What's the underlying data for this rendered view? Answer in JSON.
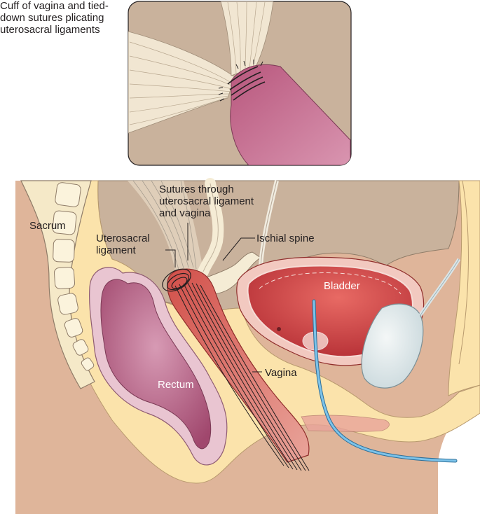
{
  "inset": {
    "caption": "Cuff of vagina and tied-\ndown sutures plicating\nuterosacral ligaments"
  },
  "labels": {
    "sacrum": "Sacrum",
    "uterosacral_ligament": "Uterosacral\nligament",
    "sutures": "Sutures through\nuterosacral ligament\nand vagina",
    "ischial_spine": "Ischial spine",
    "bladder": "Bladder",
    "rectum": "Rectum",
    "vagina": "Vagina"
  },
  "colors": {
    "skin": "#dfb59a",
    "peritoneum": "#c9b29c",
    "fat": "#fbe3ab",
    "bone": "#f5e9c8",
    "rectum": "#b96b8c",
    "vagina": "#c8443b",
    "bladder": "#c53f3d",
    "catheter": "#5aa8d8",
    "ligament": "#ece0c9"
  }
}
